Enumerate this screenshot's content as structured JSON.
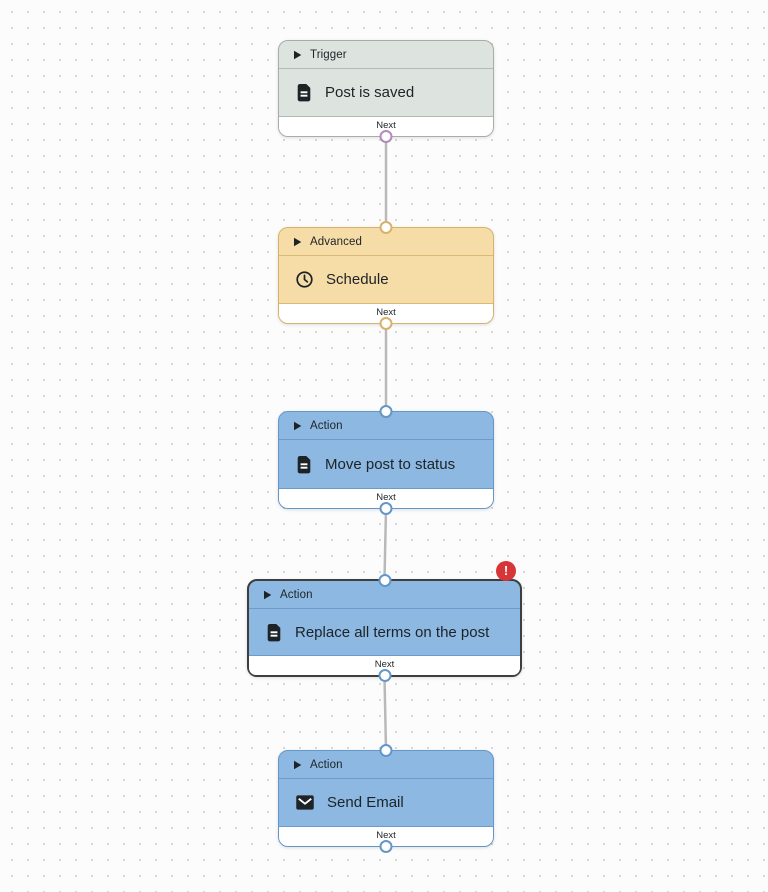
{
  "canvas": {
    "background_color": "#fcfcfc",
    "dot_color": "#d7d7d7",
    "edge_color": "#b9b9b9"
  },
  "error_badge": {
    "symbol": "!",
    "background_color": "#d63638",
    "symbol_color": "#ffffff"
  },
  "nodes": [
    {
      "category": "Trigger",
      "label": "Post is saved",
      "icon": "document-icon",
      "footer_label": "Next",
      "fill_color": "#dde3de",
      "border_color": "#a6aea7",
      "source_handle_color": "#b58ab8",
      "has_error": false,
      "selected": false
    },
    {
      "category": "Advanced",
      "label": "Schedule",
      "icon": "clock-icon",
      "footer_label": "Next",
      "fill_color": "#f6dda8",
      "border_color": "#d7b26a",
      "target_handle_color": "#d7b26a",
      "source_handle_color": "#d7b26a",
      "has_error": false,
      "selected": false
    },
    {
      "category": "Action",
      "label": "Move post to status",
      "icon": "document-icon",
      "footer_label": "Next",
      "fill_color": "#8cb8e1",
      "border_color": "#6396c9",
      "target_handle_color": "#6396c9",
      "source_handle_color": "#6396c9",
      "has_error": false,
      "selected": false
    },
    {
      "category": "Action",
      "label": "Replace all terms on the post",
      "icon": "document-icon",
      "footer_label": "Next",
      "fill_color": "#8cb8e1",
      "border_color": "#6396c9",
      "selected_border_color": "#3e3e3e",
      "target_handle_color": "#6396c9",
      "source_handle_color": "#6396c9",
      "has_error": true,
      "selected": true
    },
    {
      "category": "Action",
      "label": "Send Email",
      "icon": "email-icon",
      "footer_label": "Next",
      "fill_color": "#8cb8e1",
      "border_color": "#6396c9",
      "target_handle_color": "#6396c9",
      "source_handle_color": "#6396c9",
      "has_error": false,
      "selected": false
    }
  ],
  "edges": [
    {
      "from": 0,
      "to": 1
    },
    {
      "from": 1,
      "to": 2
    },
    {
      "from": 2,
      "to": 3
    },
    {
      "from": 3,
      "to": 4
    }
  ]
}
